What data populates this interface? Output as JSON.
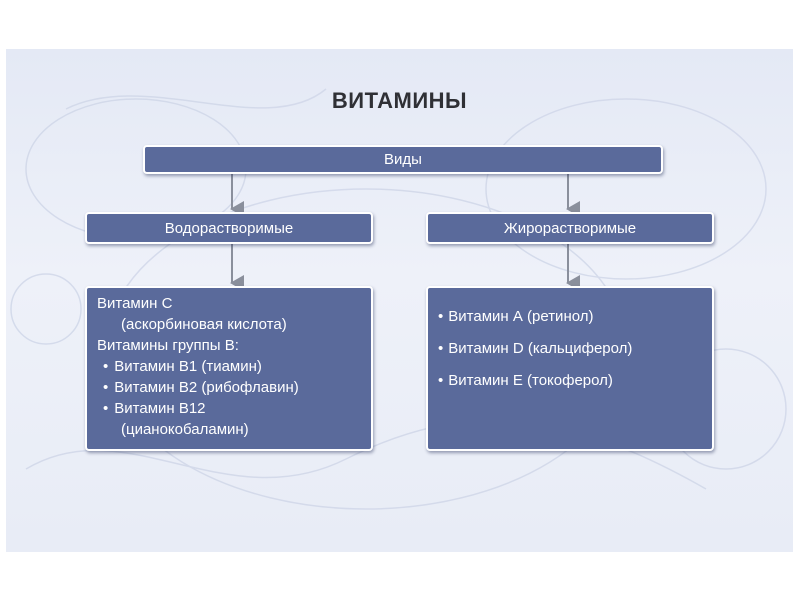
{
  "title": "ВИТАМИНЫ",
  "root": {
    "label": "Виды"
  },
  "water_soluble": {
    "label": "Водорастворимые",
    "lines": [
      "Витамин С",
      "(аскорбиновая кислота)",
      "Витамины группы В:",
      "Витамин В1 (тиамин)",
      "Витамин В2 (рибофлавин)",
      "Витамин В12",
      "(цианокобаламин)"
    ]
  },
  "fat_soluble": {
    "label": "Жирорастворимые",
    "items": [
      "Витамин А (ретинол)",
      "Витамин D (кальциферол)",
      "Витамин Е (токоферол)"
    ]
  },
  "colors": {
    "box_fill": "#5a6a9b",
    "box_border": "#ffffff",
    "arrow": "#8a8f9c",
    "background": "#e8ecf6",
    "title": "#2f3035"
  }
}
